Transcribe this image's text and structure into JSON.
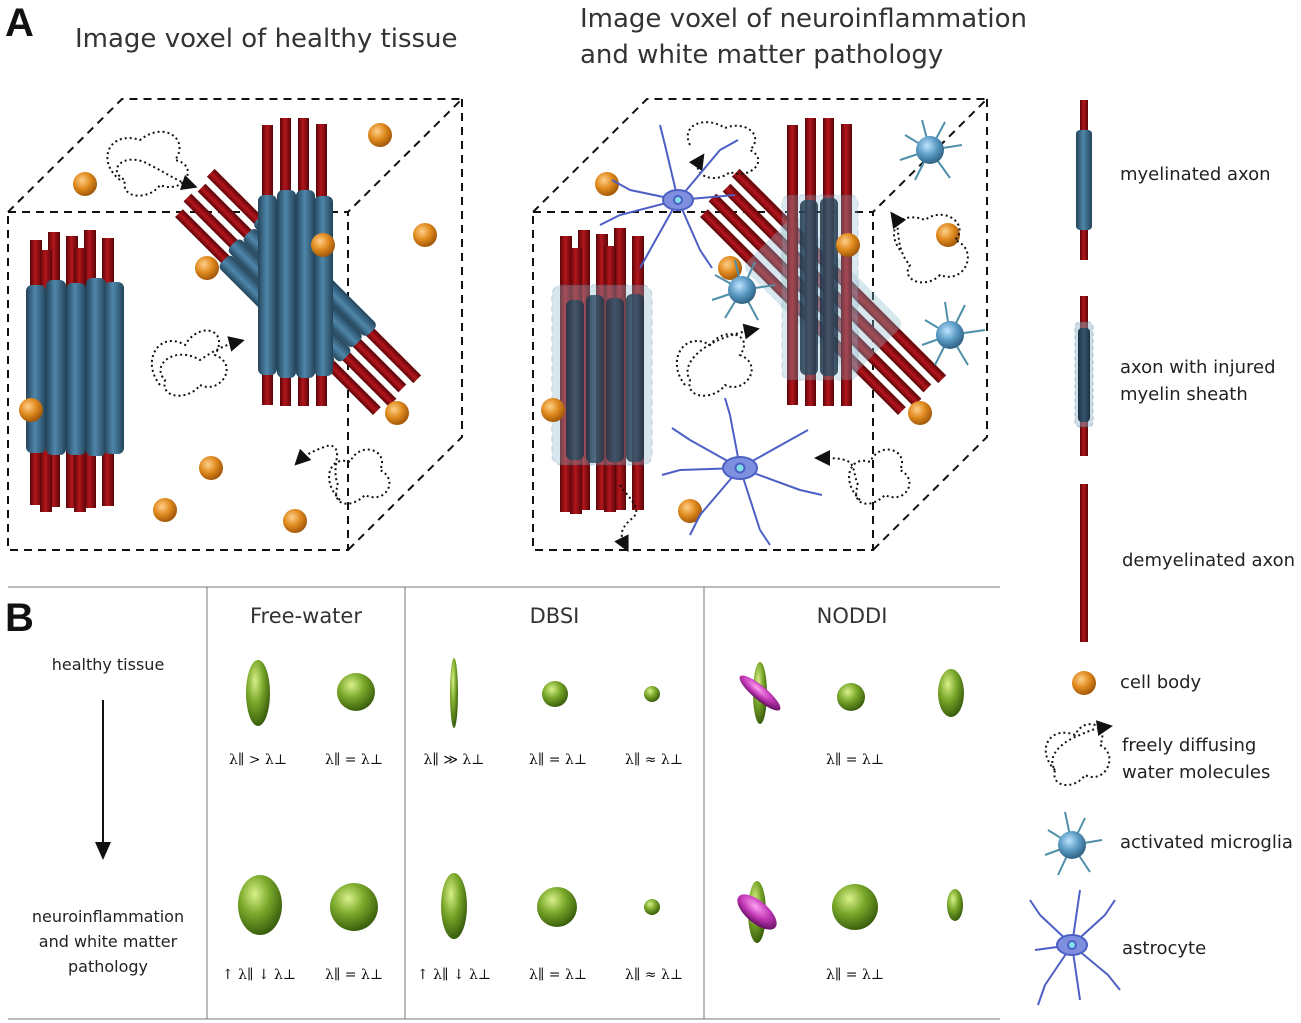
{
  "panel_a": {
    "letter": "A",
    "title_healthy": "Image voxel of healthy tissue",
    "title_pathology_line1": "Image voxel of neuroinflammation",
    "title_pathology_line2": "and white matter pathology"
  },
  "legend": {
    "items": [
      {
        "label_line1": "myelinated axon",
        "label_line2": ""
      },
      {
        "label_line1": "axon with injured",
        "label_line2": "myelin sheath"
      },
      {
        "label_line1": "demyelinated axon",
        "label_line2": ""
      },
      {
        "label_line1": "cell body",
        "label_line2": ""
      },
      {
        "label_line1": "freely diffusing",
        "label_line2": "water molecules"
      },
      {
        "label_line1": "activated microglia",
        "label_line2": ""
      },
      {
        "label_line1": "astrocyte",
        "label_line2": ""
      }
    ]
  },
  "panel_b": {
    "letter": "B",
    "row_healthy": "healthy tissue",
    "row_pathology_line1": "neuroinflammation",
    "row_pathology_line2": "and white matter",
    "row_pathology_line3": "pathology",
    "columns": [
      "Free-water",
      "DBSI",
      "NODDI"
    ],
    "formulas_healthy": [
      "λ∥ > λ⊥",
      "λ∥ = λ⊥",
      "λ∥ ≫ λ⊥",
      "λ∥ = λ⊥",
      "λ∥ ≈ λ⊥",
      "λ∥ = λ⊥"
    ],
    "formulas_pathology": [
      "↑ λ∥  ↓ λ⊥",
      "λ∥ = λ⊥",
      "↑ λ∥  ↓ λ⊥",
      "λ∥ = λ⊥",
      "λ∥ ≈ λ⊥",
      "λ∥ = λ⊥"
    ]
  },
  "colors": {
    "axon_red": "#8b0f14",
    "myelin_blue": "#3f6f8f",
    "cell_orange": "#e08a1e",
    "tensor_green": "#7aa82a",
    "microglia": "#5b9bc4",
    "astrocyte": "#4c5fc4",
    "noddi_magenta": "#c43ab8"
  }
}
